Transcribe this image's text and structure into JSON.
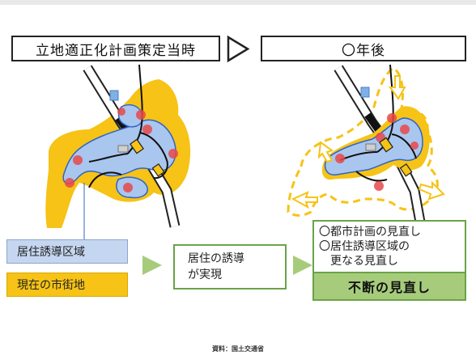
{
  "titles": {
    "before": "立地適正化計画策定当時",
    "after": "〇年後"
  },
  "legend": {
    "residential_area": "居住誘導区域",
    "urban_area": "現在の市街地"
  },
  "note": {
    "line1": "居住の誘導",
    "line2": "が実現"
  },
  "review": {
    "items": [
      "〇都市計画の見直し",
      "〇居住誘導区域の",
      "　更なる見直し"
    ],
    "banner": "不断の見直し"
  },
  "source": "資料：国土交通省",
  "colors": {
    "urban_yellow": "#f6c316",
    "residential_blue": "#a9c6ee",
    "blue_outline": "#2f64c8",
    "station_red": "#e8484a",
    "accent_green": "#6aa347",
    "banner_green": "#a6cc7b"
  }
}
